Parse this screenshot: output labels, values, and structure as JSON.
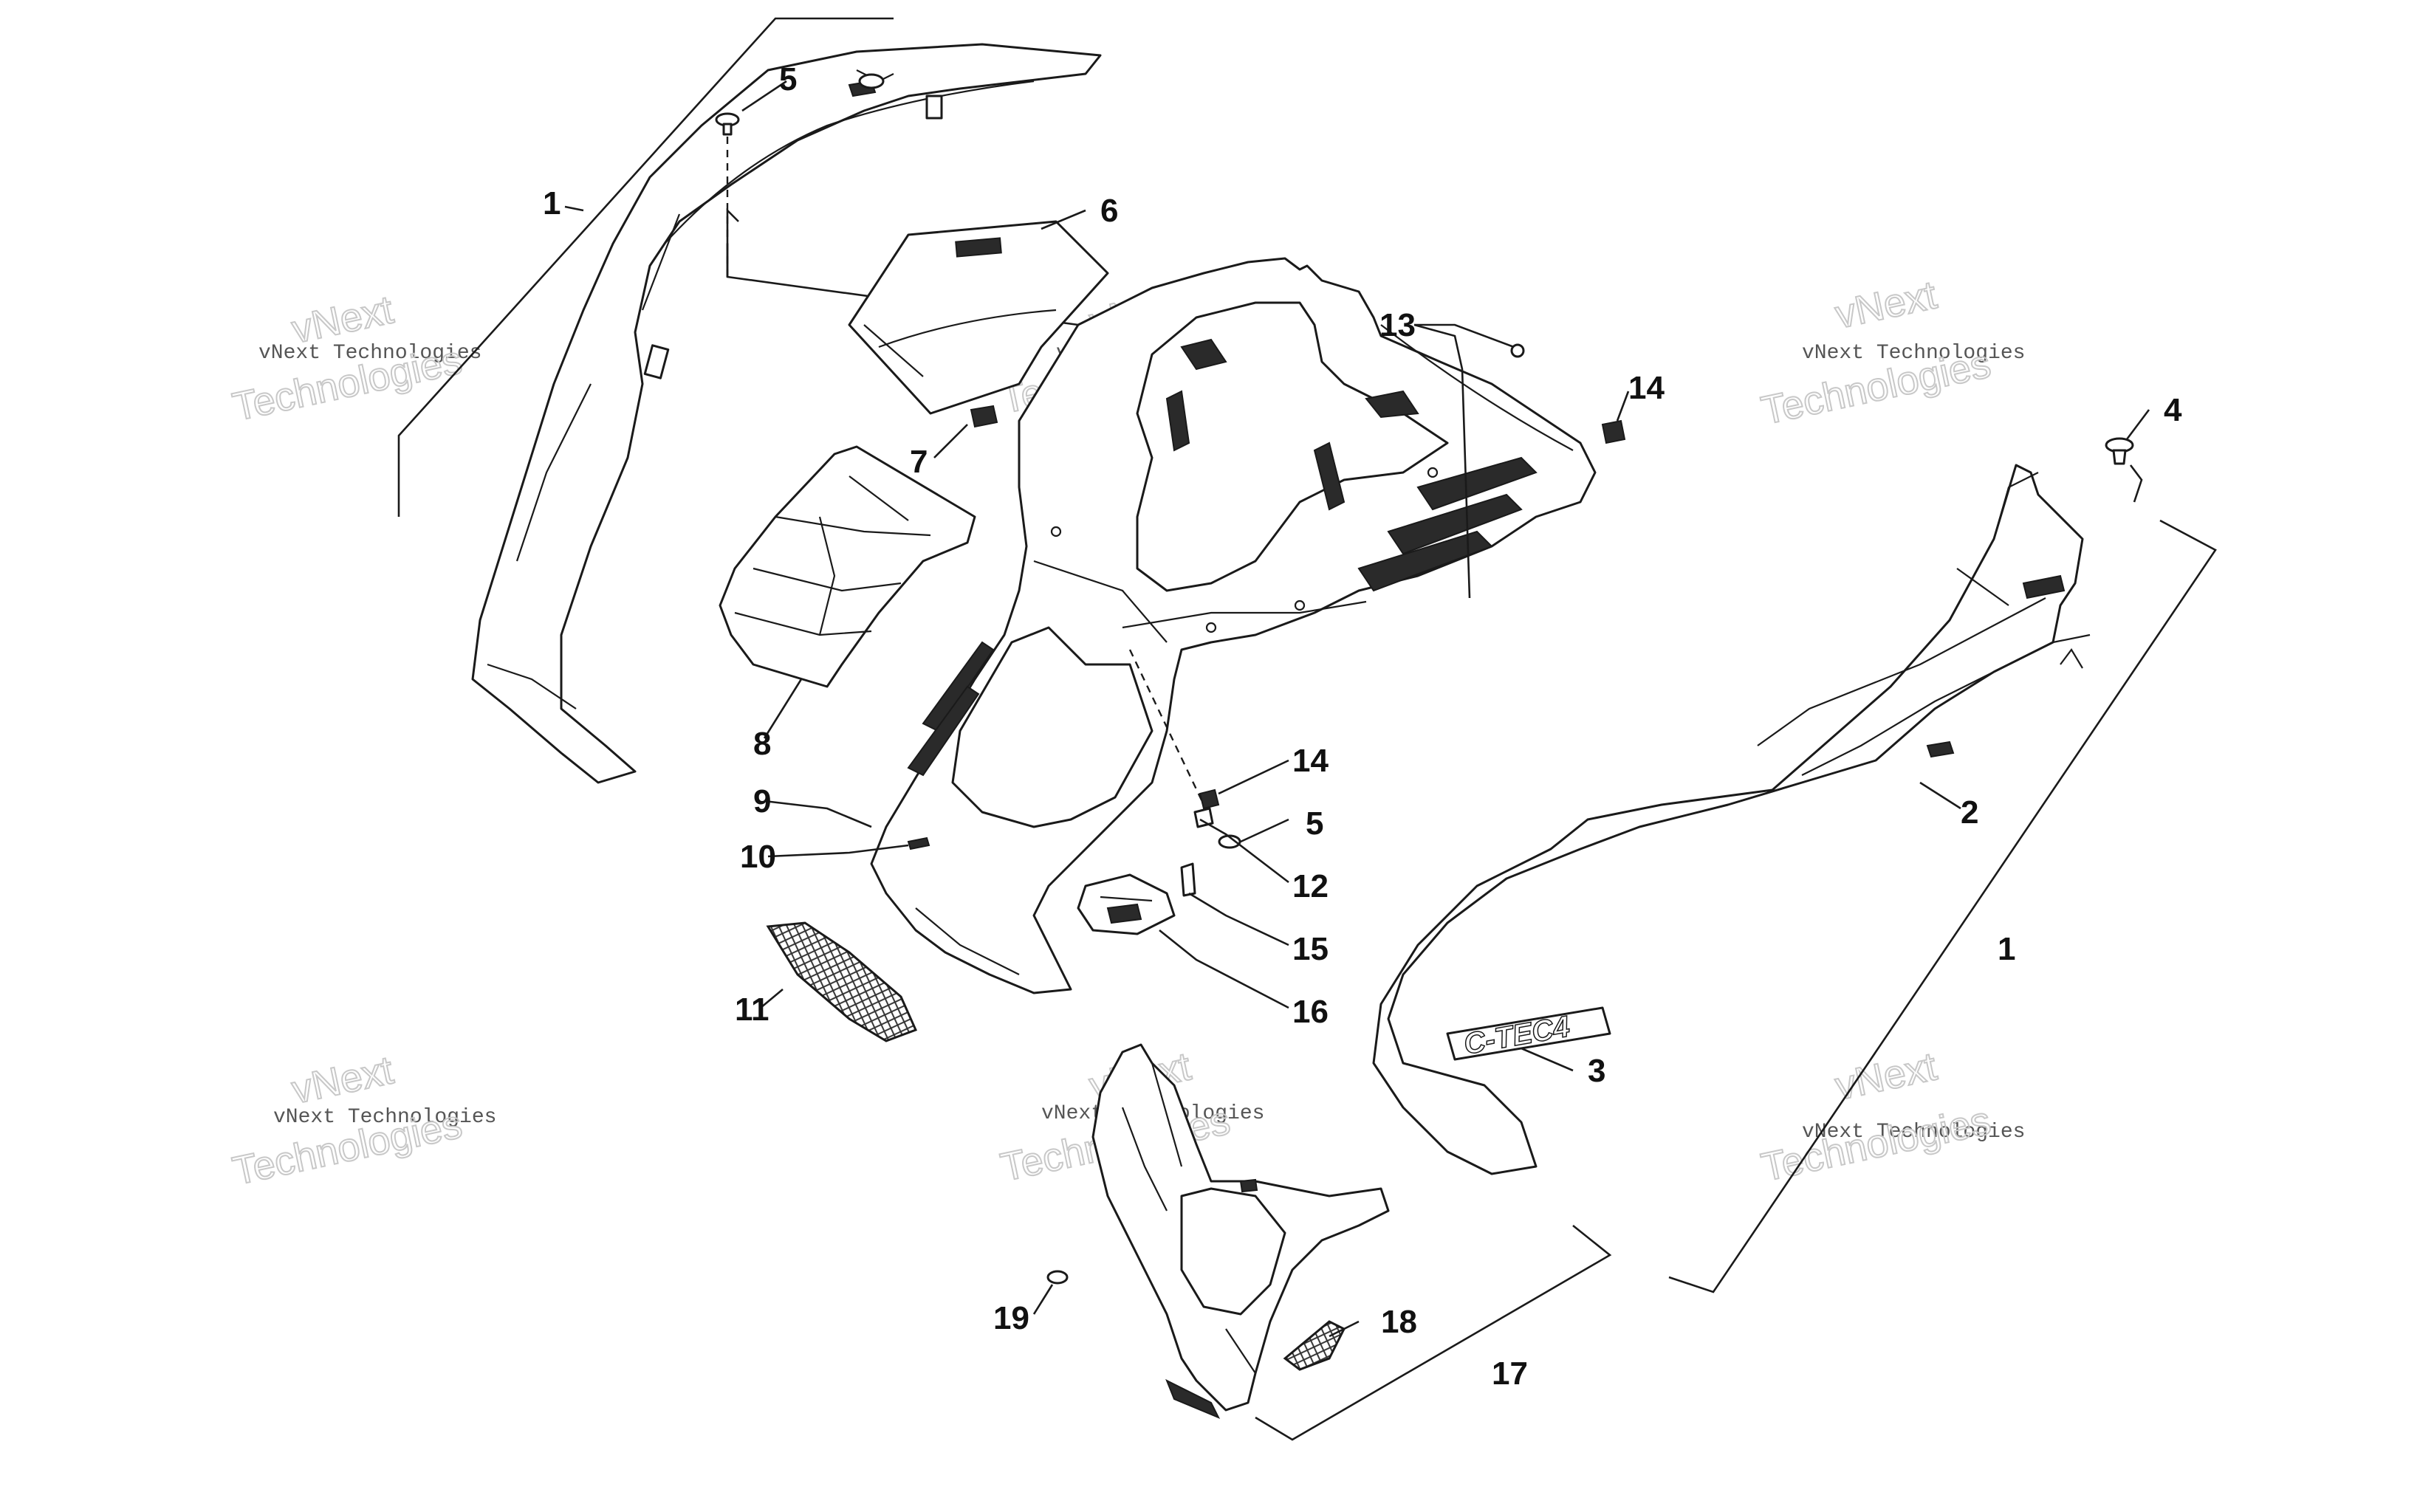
{
  "watermark": {
    "line1": "vNext",
    "line2": "vNext Technologies",
    "line3": "Technologies"
  },
  "decal_text": "C-TEC4",
  "callouts": [
    {
      "id": "c1a",
      "label": "1"
    },
    {
      "id": "c5a",
      "label": "5"
    },
    {
      "id": "c6",
      "label": "6"
    },
    {
      "id": "c7",
      "label": "7"
    },
    {
      "id": "c8",
      "label": "8"
    },
    {
      "id": "c9",
      "label": "9"
    },
    {
      "id": "c10",
      "label": "10"
    },
    {
      "id": "c11",
      "label": "11"
    },
    {
      "id": "c13",
      "label": "13"
    },
    {
      "id": "c14a",
      "label": "14"
    },
    {
      "id": "c4",
      "label": "4"
    },
    {
      "id": "c2",
      "label": "2"
    },
    {
      "id": "c1b",
      "label": "1"
    },
    {
      "id": "c3",
      "label": "3"
    },
    {
      "id": "c14b",
      "label": "14"
    },
    {
      "id": "c5b",
      "label": "5"
    },
    {
      "id": "c12",
      "label": "12"
    },
    {
      "id": "c15",
      "label": "15"
    },
    {
      "id": "c16",
      "label": "16"
    },
    {
      "id": "c18",
      "label": "18"
    },
    {
      "id": "c19",
      "label": "19"
    },
    {
      "id": "c17",
      "label": "17"
    }
  ]
}
